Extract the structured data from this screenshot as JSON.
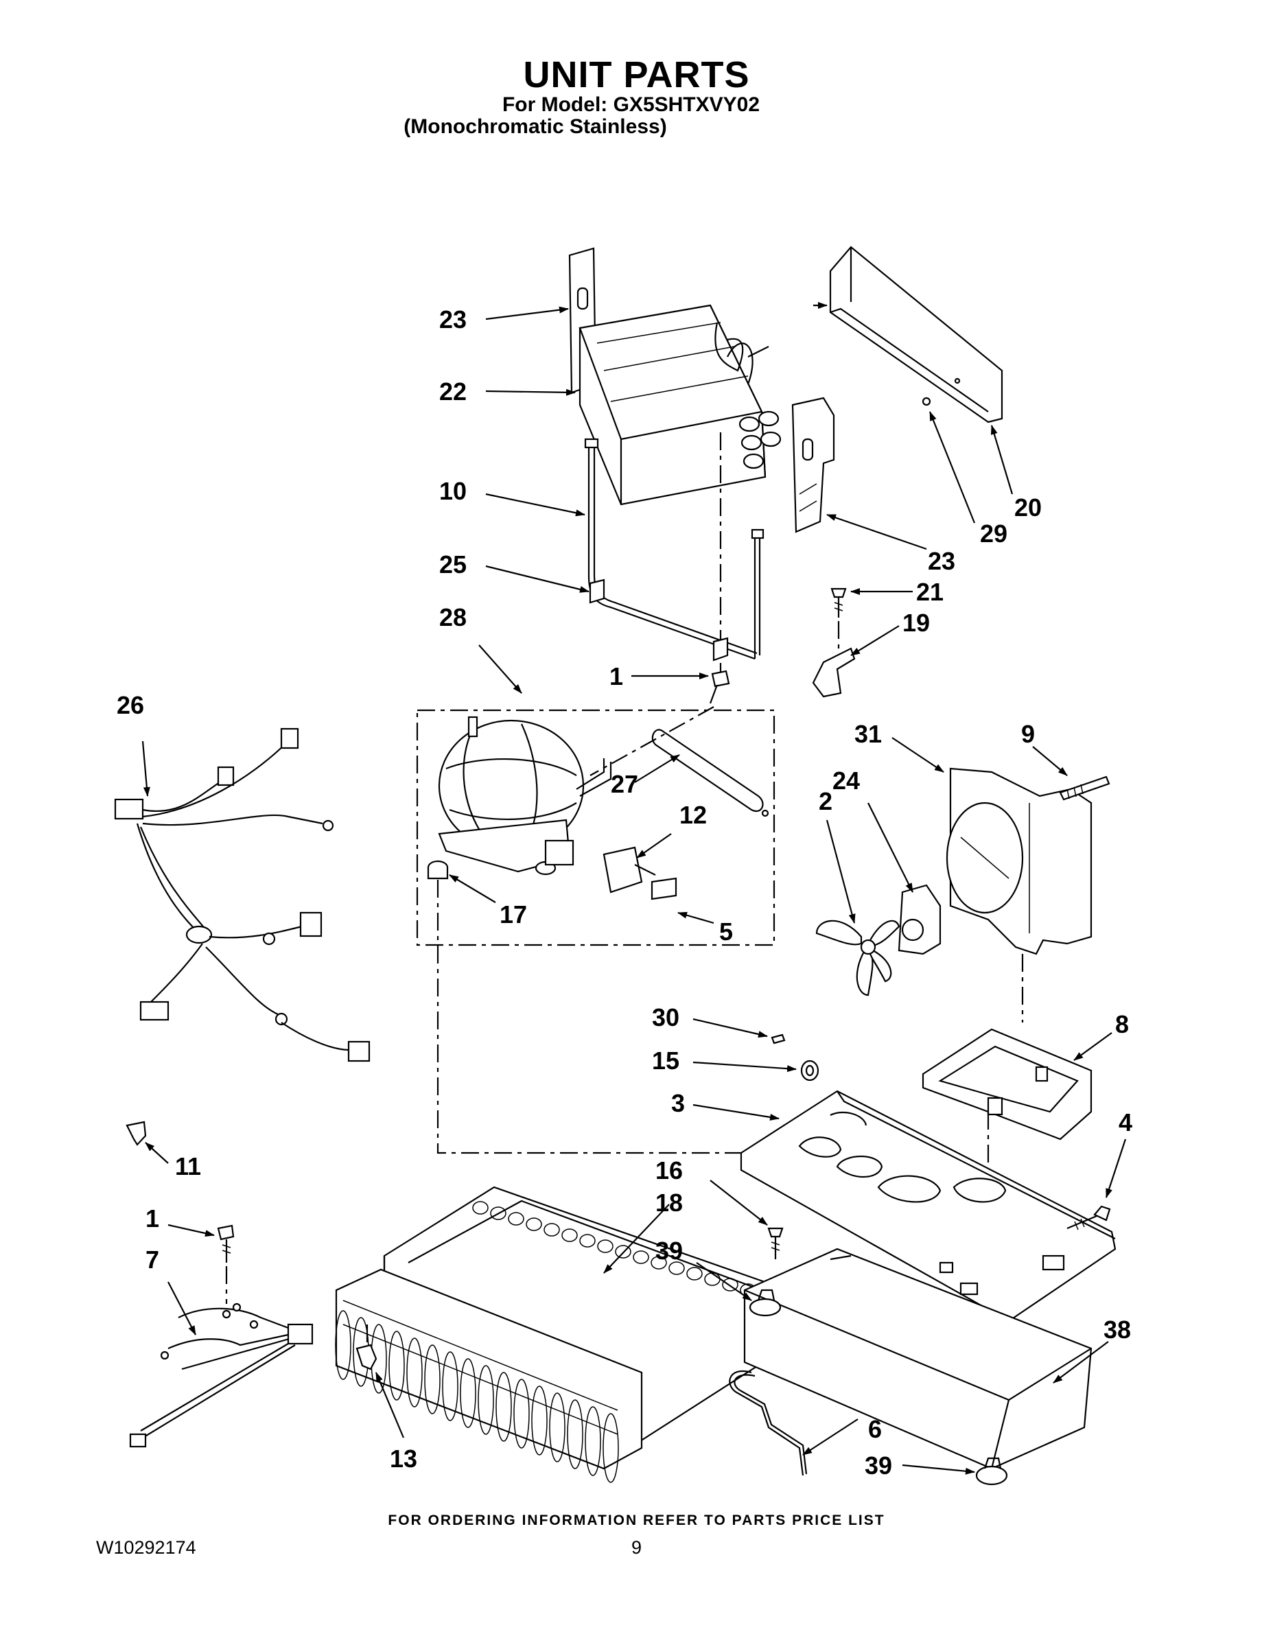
{
  "title": "UNIT PARTS",
  "model_line": "For Model: GX5SHTXVY02",
  "variant_line": "(Monochromatic Stainless)",
  "footer_note": "FOR ORDERING INFORMATION REFER TO PARTS PRICE LIST",
  "document_number": "W10292174",
  "page_number": "9",
  "callouts": {
    "c23a": "23",
    "c22": "22",
    "c10": "10",
    "c25": "25",
    "c28": "28",
    "c1a": "1",
    "c26": "26",
    "c27": "27",
    "c12": "12",
    "c17": "17",
    "c5": "5",
    "c20": "20",
    "c29": "29",
    "c23b": "23",
    "c21": "21",
    "c19": "19",
    "c31": "31",
    "c9": "9",
    "c24": "24",
    "c2": "2",
    "c30": "30",
    "c15": "15",
    "c3": "3",
    "c8": "8",
    "c4": "4",
    "c11": "11",
    "c16": "16",
    "c18": "18",
    "c1b": "1",
    "c7": "7",
    "c39a": "39",
    "c38": "38",
    "c13": "13",
    "c6": "6",
    "c39b": "39"
  }
}
